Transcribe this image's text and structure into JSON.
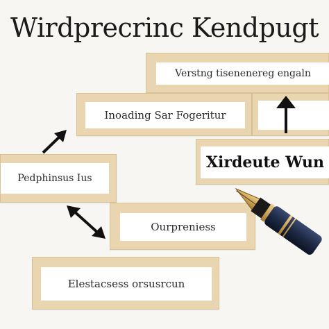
{
  "title": "Wirdprecrinc Kendpugt",
  "cards": [
    {
      "label": "Verstng tisenenereg engaln"
    },
    {
      "label": "Inoading Sar Fogeritur"
    },
    {
      "label": "Xirdeute Wun"
    },
    {
      "label": "Pedphinsus Ius"
    },
    {
      "label": "Ourpreniess"
    },
    {
      "label": "Elestacsess orsusrcun"
    }
  ],
  "icons": {
    "arrow_up": "arrow-up-icon",
    "arrow_up_right": "arrow-up-right-icon",
    "arrow_double": "double-arrow-icon",
    "pen": "fountain-pen-icon"
  },
  "colors": {
    "card_border": "#e9d6b0",
    "card_fill": "#ffffff",
    "text": "#1a1a1a",
    "pen_body": "#1e2a44",
    "pen_gold": "#c79a4a"
  }
}
